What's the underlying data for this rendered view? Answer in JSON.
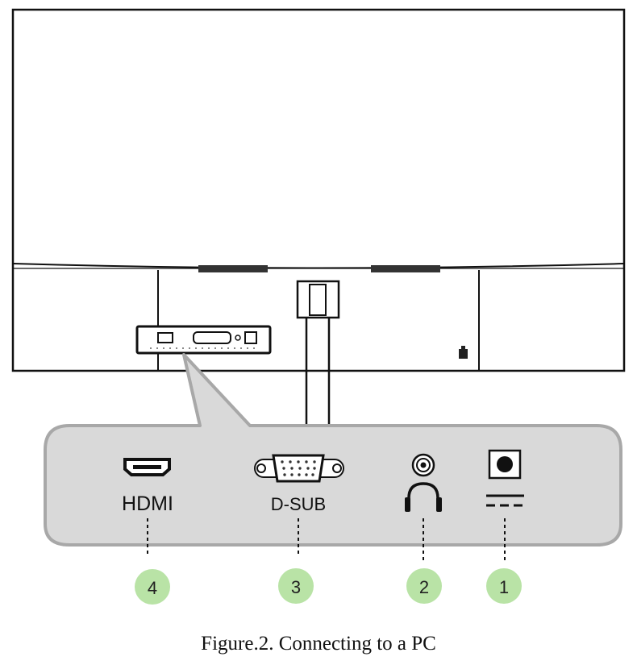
{
  "figure": {
    "caption": "Figure.2. Connecting to a PC"
  },
  "ports": [
    {
      "number": "4",
      "label": "HDMI",
      "icon": "hdmi-port-icon"
    },
    {
      "number": "3",
      "label": "D-SUB",
      "icon": "vga-port-icon"
    },
    {
      "number": "2",
      "label": "",
      "icon": "headphone-icon"
    },
    {
      "number": "1",
      "label": "",
      "icon": "dc-power-icon"
    }
  ],
  "colors": {
    "panel_fill": "#d9d9d9",
    "panel_stroke": "#a8a8a8",
    "badge_fill": "#b9e3a6",
    "line": "#111111"
  }
}
